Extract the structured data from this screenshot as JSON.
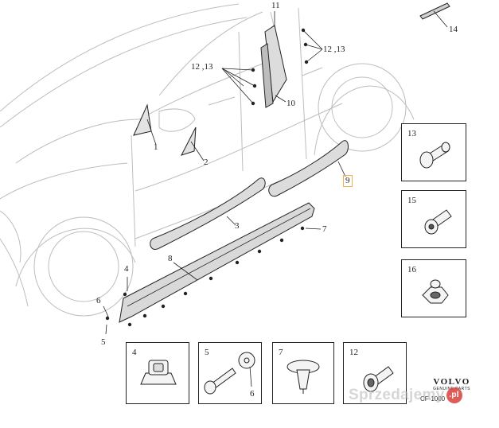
{
  "callouts": {
    "c1": "1",
    "c2": "2",
    "c3": "3",
    "c4": "4",
    "c5": "5",
    "c6": "6",
    "c7": "7",
    "c8": "8",
    "c9": "9",
    "c10": "10",
    "c11": "11",
    "c12_13_left": "12 ,13",
    "c12_13_right": "12 ,13",
    "c14": "14"
  },
  "detail_boxes": {
    "b13": "13",
    "b15": "15",
    "b16": "16",
    "b4": "4",
    "b5": "5",
    "b6": "6",
    "b7": "7",
    "b12": "12"
  },
  "logo": {
    "brand": "VOLVO",
    "sub": "GENUINE PARTS"
  },
  "drawing_id": "CF-1000",
  "watermark": {
    "text": "Sprzedajemy",
    "badge": ".pl"
  },
  "colors": {
    "line": "#222222",
    "light_line": "#b9b9b9",
    "part_fill": "#d9d9d9",
    "highlight": "#f2b04a"
  }
}
